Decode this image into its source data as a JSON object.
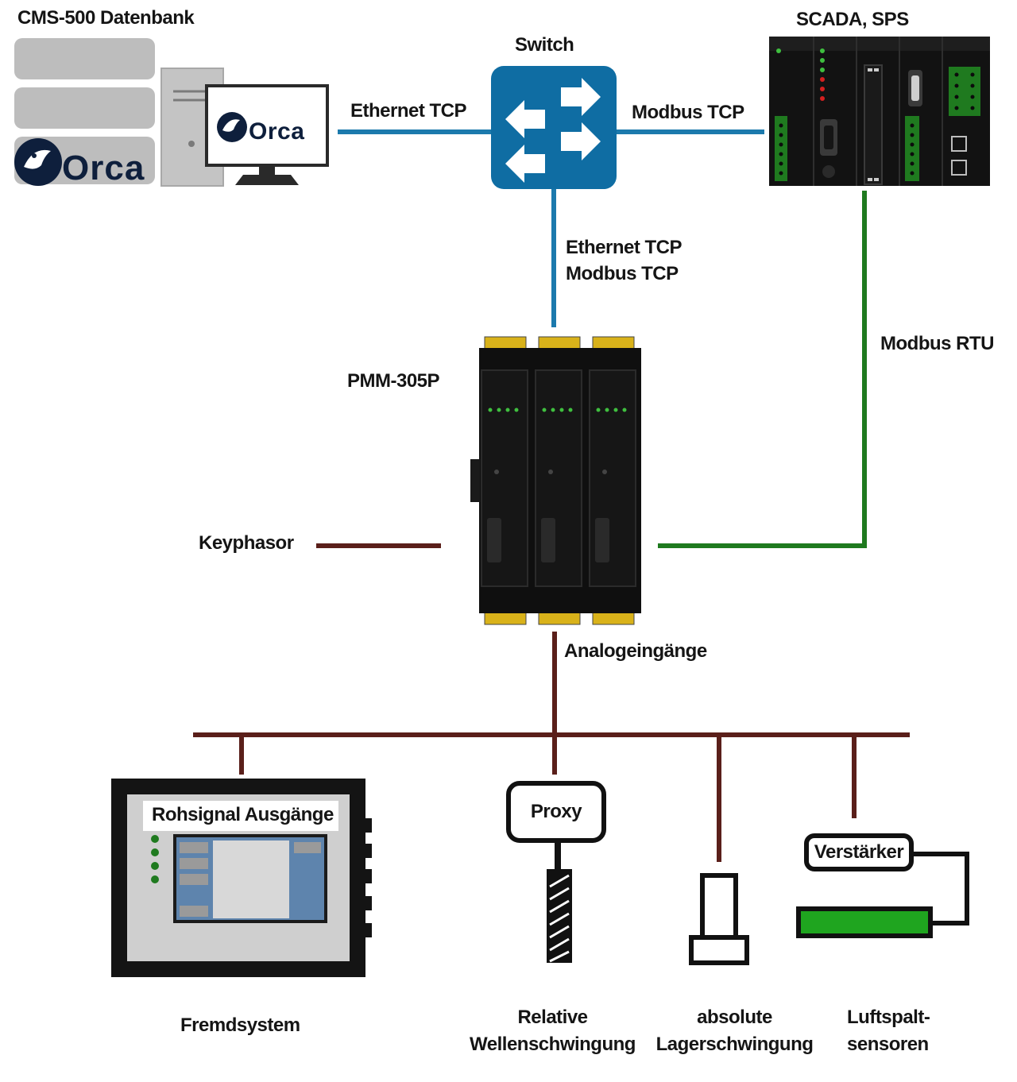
{
  "nodes": {
    "database": {
      "label": "CMS-500 Datenbank",
      "logo_text": "Orca"
    },
    "monitor": {
      "logo_text": "Orca"
    },
    "switch": {
      "label": "Switch"
    },
    "scada": {
      "label": "SCADA, SPS"
    },
    "pmm": {
      "label": "PMM-305P"
    },
    "keyphasor": {
      "label": "Keyphasor"
    },
    "fremdsystem": {
      "label": "Fremdsystem",
      "screen_label": "Rohsignal Ausgänge"
    },
    "proxy": {
      "box_label": "Proxy",
      "caption": [
        "Relative",
        "Wellenschwingung"
      ]
    },
    "bearing": {
      "caption": [
        "absolute",
        "Lagerschwingung"
      ]
    },
    "airgap": {
      "box_label": "Verstärker",
      "caption": [
        "Luftspalt-",
        "sensoren"
      ]
    }
  },
  "connections": {
    "db_switch": "Ethernet TCP",
    "switch_scada": "Modbus TCP",
    "switch_pmm": [
      "Ethernet TCP",
      "Modbus TCP"
    ],
    "scada_pmm": "Modbus RTU",
    "pmm_bus": "Analogeingänge"
  },
  "colors": {
    "ethernet": "#1c7aad",
    "modbus_rtu": "#1f7a1f",
    "analog": "#5a1f1a",
    "switch_fill": "#0f6da3",
    "orca_navy": "#0e1f3c",
    "led_green": "#3fbf3f",
    "led_red": "#d42020",
    "terminal_yellow": "#d9b21a",
    "sensor_green": "#1fa51f"
  }
}
